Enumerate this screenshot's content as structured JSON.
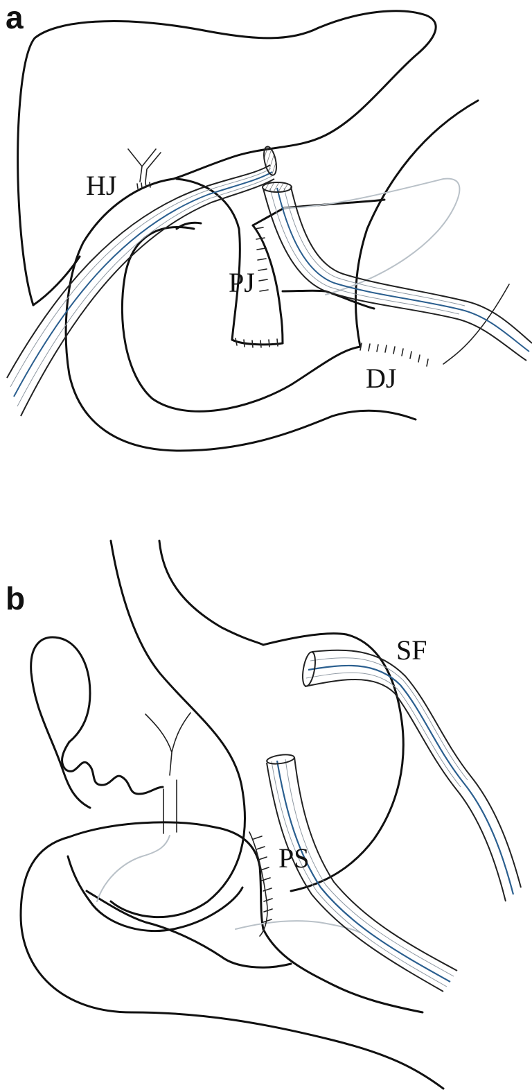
{
  "figure": {
    "panels": [
      {
        "letter": "a",
        "labels": {
          "hj": "HJ",
          "pj": "PJ",
          "dj": "DJ"
        }
      },
      {
        "letter": "b",
        "labels": {
          "sf": "SF",
          "ps": "PS"
        }
      }
    ],
    "colors": {
      "outline": "#111111",
      "tube_stripes": "#6b7680",
      "tube_core": "#2b5f8f",
      "faint": "#9aa4ae"
    }
  }
}
